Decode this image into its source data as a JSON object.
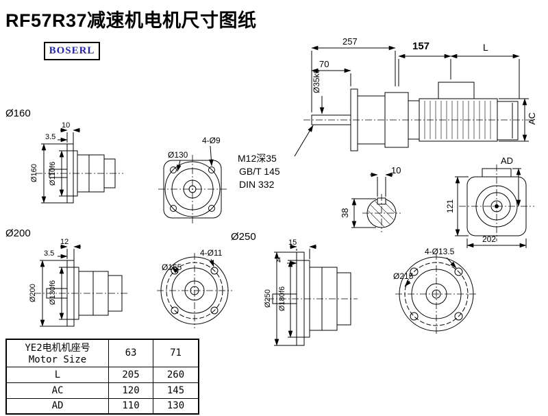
{
  "title": "RF57R37减速机电机尺寸图纸",
  "logo": "BOSERL",
  "main_view": {
    "dim_257": "257",
    "dim_157": "157",
    "dim_l": "L",
    "dim_70": "70",
    "shaft_dia": "Ø35k6",
    "dim_ac": "AC",
    "tap_note": "M12深35",
    "std_note1": "GB/T 145",
    "std_note2": "DIN 332"
  },
  "key_section": {
    "width": "10",
    "height": "38"
  },
  "rear_view": {
    "dim_ad": "AD",
    "dim_121": "121",
    "dim_202": "202"
  },
  "flange160": {
    "label": "Ø160",
    "dim_a": "10",
    "dim_b": "3.5",
    "outer": "Ø160",
    "spigot": "Ø110f6"
  },
  "front130": {
    "dia": "Ø130",
    "holes": "4-Ø9"
  },
  "flange200": {
    "label": "Ø200",
    "dim_a": "12",
    "dim_b": "3.5",
    "outer": "Ø200",
    "spigot": "Ø130f6"
  },
  "front165": {
    "dia": "Ø165",
    "holes": "4-Ø11"
  },
  "flange250": {
    "label": "Ø250",
    "dim_a": "15",
    "dim_b": "4",
    "outer": "Ø250",
    "spigot": "Ø180f6"
  },
  "front215": {
    "dia": "Ø215",
    "holes": "4-Ø13.5"
  },
  "table": {
    "header_cn": "YE2电机机座号",
    "header_en": "Motor Size",
    "size_cols": [
      "63",
      "71"
    ],
    "rows": [
      {
        "label": "L",
        "values": [
          "205",
          "260"
        ]
      },
      {
        "label": "AC",
        "values": [
          "120",
          "145"
        ]
      },
      {
        "label": "AD",
        "values": [
          "110",
          "130"
        ]
      }
    ]
  },
  "colors": {
    "line": "#000000",
    "logo_text": "#2121bd",
    "background": "#ffffff"
  }
}
